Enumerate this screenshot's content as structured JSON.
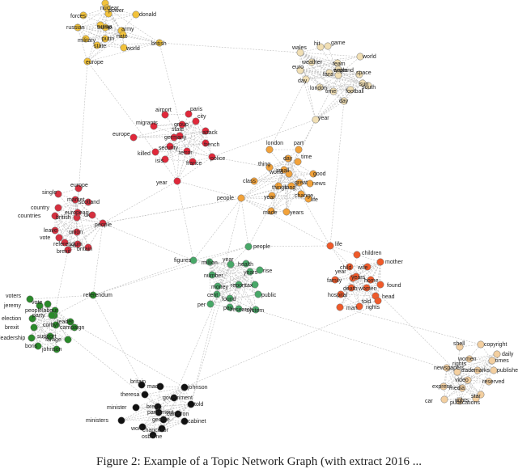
{
  "caption": "Figure 2: Example of a Topic Network Graph (with extract 2016 ...",
  "colors": {
    "military": "#f2c23a",
    "weather": "#f1dfb4",
    "terror": "#e0283a",
    "brexit": "#d6303f",
    "social": "#f2a23a",
    "people_refugees": "#48a868",
    "family": "#f05a2a",
    "referendum": "#2a8a2a",
    "politics": "#111111",
    "media": "#f3cfa0",
    "edge": "#bfbfbf",
    "node_stroke": "#6e6e6e"
  },
  "clusters": [
    {
      "id": "military",
      "color": "military",
      "words": [
        "army",
        "power",
        "defence",
        "nuclear",
        "forces",
        "donald",
        "russian",
        "trump",
        "russia",
        "nato",
        "military",
        "putin",
        "state",
        "world",
        "british",
        "europe"
      ]
    },
    {
      "id": "weather",
      "color": "weather",
      "words": [
        "water",
        "hit",
        "game",
        "wales",
        "weather",
        "world",
        "euro",
        "team",
        "england",
        "space",
        "day",
        "fans",
        "sun",
        "south",
        "london",
        "football",
        "time",
        "day",
        "year"
      ]
    },
    {
      "id": "terror",
      "color": "terror",
      "words": [
        "state",
        "airport",
        "paris",
        "city",
        "migrants",
        "group",
        "attack",
        "europe",
        "germany",
        "security",
        "french",
        "killed",
        "terror",
        "isis",
        "france",
        "police",
        "year",
        "people"
      ]
    },
    {
      "id": "social",
      "color": "social",
      "words": [
        "world",
        "london",
        "part",
        "day",
        "time",
        "thing",
        "small",
        "good",
        "class",
        "great",
        "news",
        "things",
        "long",
        "year",
        "life",
        "people",
        "change",
        "made",
        "years"
      ]
    },
    {
      "id": "brexit",
      "color": "brexit",
      "words": [
        "british",
        "europe",
        "single",
        "market",
        "scotland",
        "country",
        "countries",
        "european",
        "uk",
        "people",
        "leave",
        "union",
        "vote",
        "referendum",
        "eu",
        "brexit",
        "britain"
      ]
    },
    {
      "id": "people",
      "color": "people_refugees",
      "words": [
        "year",
        "people",
        "figures",
        "million",
        "health",
        "number",
        "years",
        "rise",
        "money",
        "report",
        "tax",
        "cent",
        "found",
        "public",
        "per",
        "pay",
        "research",
        "system"
      ]
    },
    {
      "id": "family",
      "color": "family",
      "words": [
        "year",
        "life",
        "children",
        "mother",
        "child",
        "wife",
        "years",
        "family",
        "home",
        "death",
        "women",
        "found",
        "head",
        "hospital",
        "rights",
        "told",
        "man"
      ]
    },
    {
      "id": "referendum",
      "color": "referendum",
      "words": [
        "people",
        "referendum",
        "voters",
        "vote",
        "jeremy",
        "labour",
        "election",
        "party",
        "leader",
        "brexit",
        "corbyn",
        "campaign",
        "leadership",
        "support",
        "farage",
        "boris",
        "johnson"
      ]
    },
    {
      "id": "politics",
      "color": "politics",
      "words": [
        "brexit",
        "britain",
        "made",
        "johnson",
        "theresa",
        "government",
        "told",
        "minister",
        "parliament",
        "cameron",
        "ministers",
        "george",
        "cabinet",
        "work",
        "chancellor",
        "osborne"
      ]
    },
    {
      "id": "media",
      "color": "media",
      "words": [
        "rights",
        "shell",
        "copyright",
        "times",
        "women",
        "daily",
        "newspapers",
        "trademarks",
        "published",
        "video",
        "reserved",
        "express",
        "media",
        "star",
        "publications",
        "car",
        "rights"
      ]
    }
  ]
}
